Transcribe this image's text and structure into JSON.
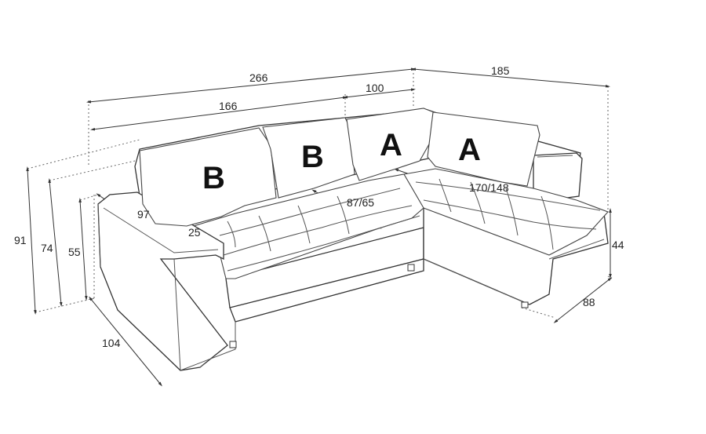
{
  "dimensions": {
    "total_width": "266",
    "corner_depth": "185",
    "main_section": "166",
    "corner_section": "100",
    "height_total": "91",
    "height_back": "74",
    "height_arm": "55",
    "height_chaise": "44",
    "depth_main": "104",
    "depth_chaise": "88",
    "arm_length": "97",
    "arm_width": "25",
    "seat_depth": "87/65",
    "chaise_length": "170/148"
  },
  "cushions": {
    "b1": "B",
    "b2": "B",
    "a1": "A",
    "a2": "A"
  }
}
